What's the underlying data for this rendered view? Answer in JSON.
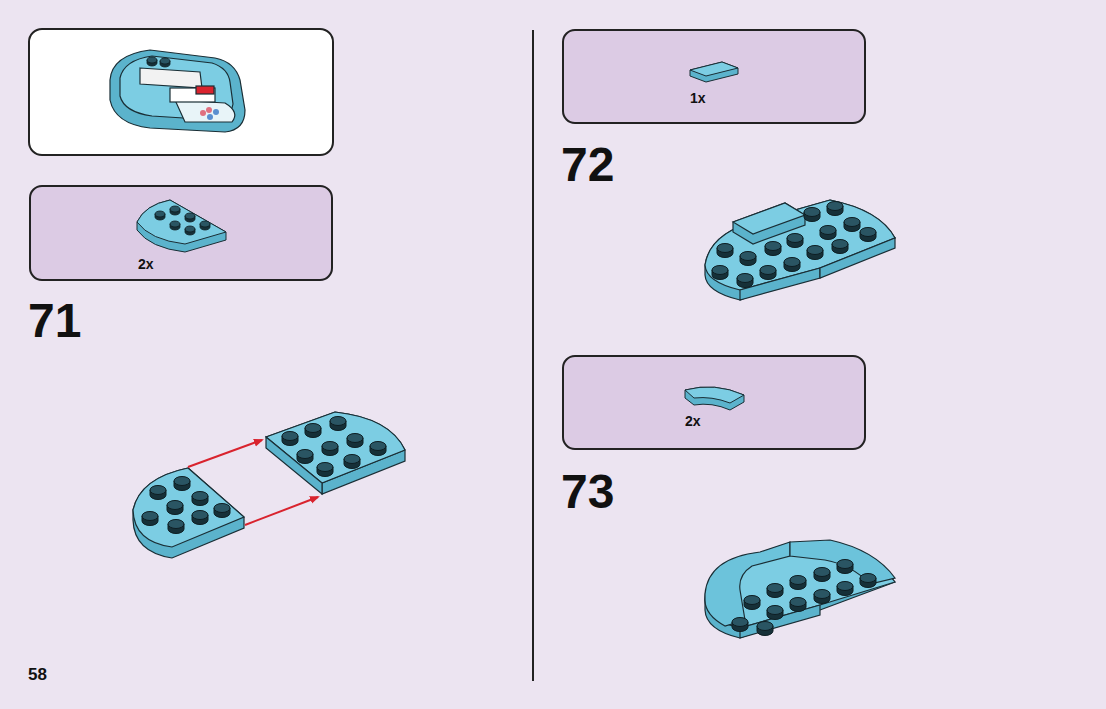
{
  "diagram": {
    "nodes": [
      {
        "text": [
          "2x"
        ]
      },
      {
        "text": [
          "1x"
        ]
      },
      {
        "text": [
          "2x"
        ]
      }
    ],
    "labels": [
      "71",
      "72",
      "73",
      "58"
    ]
  }
}
